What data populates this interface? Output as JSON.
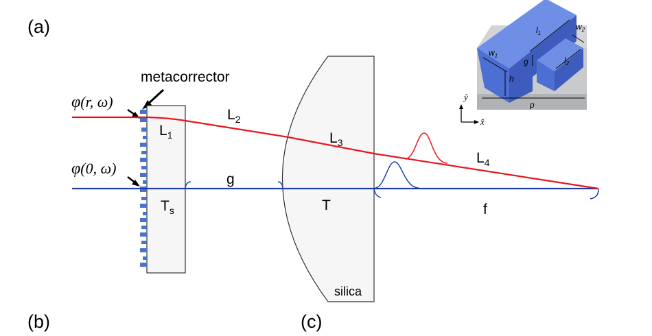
{
  "panel_labels": {
    "a": "(a)",
    "b": "(b)",
    "c": "(c)"
  },
  "metacorrector_label": "metacorrector",
  "phase_labels": {
    "outer_func": "φ",
    "outer_args": "(r, ω)",
    "center_func": "φ",
    "center_args": "(0, ω)"
  },
  "path_labels": {
    "L1_main": "L",
    "L1_sub": "1",
    "L2_main": "L",
    "L2_sub": "2",
    "L3_main": "L",
    "L3_sub": "3",
    "L4_main": "L",
    "L4_sub": "4",
    "Ts_main": "T",
    "Ts_sub": "s",
    "g": "g",
    "T": "T",
    "f": "f",
    "silica": "silica"
  },
  "inset": {
    "l1": "l",
    "l1_sub": "1",
    "l2": "l",
    "l2_sub": "2",
    "w1": "w",
    "w1_sub": "1",
    "w2": "w",
    "w2_sub": "2",
    "g": "g",
    "h": "h",
    "p": "p",
    "y_axis": "ŷ",
    "x_axis": "x̂"
  },
  "colors": {
    "marginal_ray": "#e8141c",
    "axial_ray": "#1e3fa8",
    "meta_element": "#4a72c8",
    "pillar_front": "#4d6fd3",
    "pillar_top": "#6f8fe6",
    "substrate": "#c8cacc"
  }
}
